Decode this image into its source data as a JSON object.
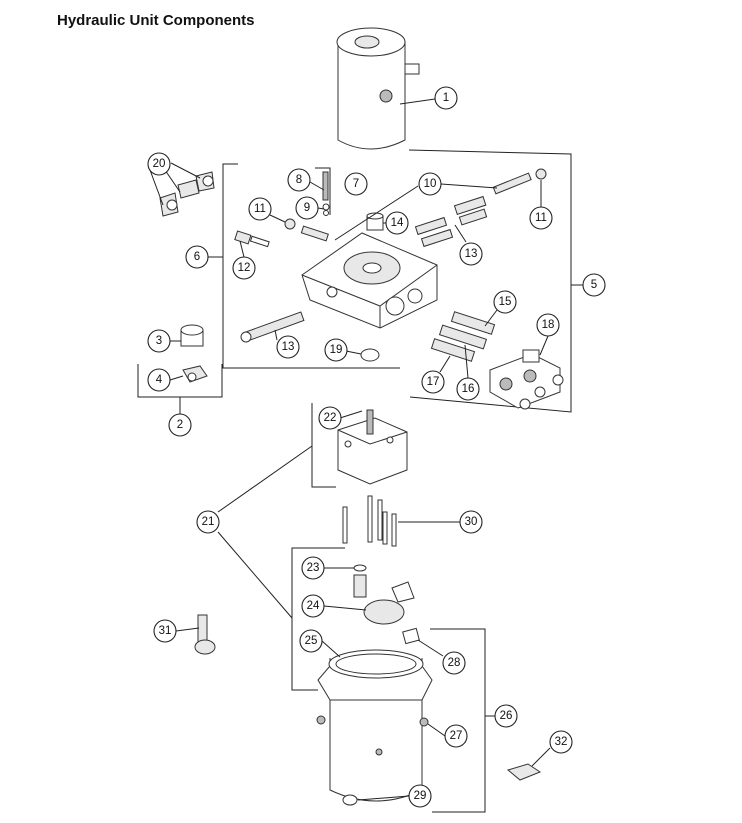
{
  "title": "Hydraulic Unit Components",
  "callouts": [
    "1",
    "2",
    "3",
    "4",
    "5",
    "6",
    "7",
    "8",
    "9",
    "10",
    "11",
    "11",
    "12",
    "13",
    "13",
    "14",
    "15",
    "16",
    "17",
    "18",
    "19",
    "20",
    "21",
    "22",
    "23",
    "24",
    "25",
    "26",
    "27",
    "28",
    "29",
    "30",
    "31",
    "32"
  ]
}
